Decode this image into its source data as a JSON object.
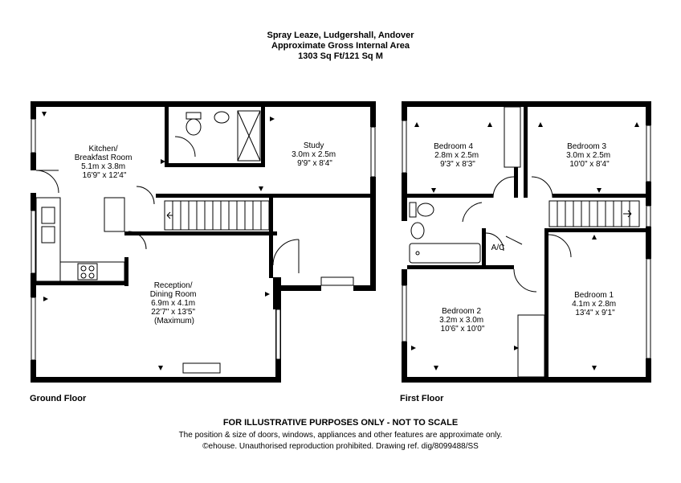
{
  "header": {
    "title": "Spray Leaze, Ludgershall, Andover",
    "subtitle": "Approximate Gross Internal Area",
    "area": "1303 Sq Ft/121 Sq M"
  },
  "ground_floor": {
    "label": "Ground Floor",
    "rooms": {
      "kitchen": [
        "Kitchen/",
        "Breakfast Room",
        "5.1m x 3.8m",
        "16'9\" x 12'4\""
      ],
      "study": [
        "Study",
        "3.0m x 2.5m",
        "9'9\" x 8'4\""
      ],
      "reception": [
        "Reception/",
        "Dining Room",
        "6.9m x 4.1m",
        "22'7\" x 13'5\"",
        "(Maximum)"
      ]
    }
  },
  "first_floor": {
    "label": "First Floor",
    "rooms": {
      "bedroom4": [
        "Bedroom 4",
        "2.8m x 2.5m",
        "9'3\" x 8'3\""
      ],
      "bedroom3": [
        "Bedroom 3",
        "3.0m x 2.5m",
        "10'0\" x 8'4\""
      ],
      "bedroom2": [
        "Bedroom 2",
        "3.2m x 3.0m",
        "10'6\" x 10'0\""
      ],
      "bedroom1": [
        "Bedroom 1",
        "4.1m x 2.8m",
        "13'4\" x 9'1\""
      ],
      "airing": [
        "A/C"
      ]
    }
  },
  "footer": {
    "disclaimer": "FOR ILLUSTRATIVE PURPOSES ONLY - NOT TO SCALE",
    "note": "The position & size of doors, windows, appliances and other features are approximate only.",
    "copyright": "©ehouse. Unauthorised reproduction prohibited. Drawing ref. dig/8099488/SS"
  }
}
